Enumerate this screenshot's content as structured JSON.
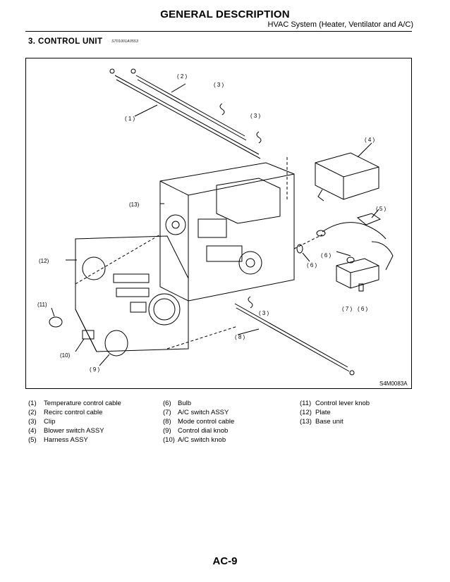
{
  "header": {
    "title": "GENERAL DESCRIPTION",
    "subtitle": "HVAC System (Heater, Ventilator and A/C)"
  },
  "section": {
    "heading": "3. CONTROL UNIT",
    "code": "S701001A0553"
  },
  "figure": {
    "id": "S4M0083A",
    "callouts": [
      "( 1 )",
      "( 2 )",
      "( 3 )",
      "( 4 )",
      "( 5 )",
      "( 6 )",
      "( 7 )",
      "( 8 )",
      "( 9 )",
      "(10)",
      "(11)",
      "(12)",
      "(13)"
    ]
  },
  "legend": [
    {
      "num": "(1)",
      "text": "Temperature control cable"
    },
    {
      "num": "(2)",
      "text": "Recirc control cable"
    },
    {
      "num": "(3)",
      "text": "Clip"
    },
    {
      "num": "(4)",
      "text": "Blower switch ASSY"
    },
    {
      "num": "(5)",
      "text": "Harness ASSY"
    },
    {
      "num": "(6)",
      "text": "Bulb"
    },
    {
      "num": "(7)",
      "text": "A/C switch ASSY"
    },
    {
      "num": "(8)",
      "text": "Mode control cable"
    },
    {
      "num": "(9)",
      "text": "Control dial knob"
    },
    {
      "num": "(10)",
      "text": "A/C switch knob"
    },
    {
      "num": "(11)",
      "text": "Control lever knob"
    },
    {
      "num": "(12)",
      "text": "Plate"
    },
    {
      "num": "(13)",
      "text": "Base unit"
    }
  ],
  "footer": {
    "page": "AC-9"
  }
}
